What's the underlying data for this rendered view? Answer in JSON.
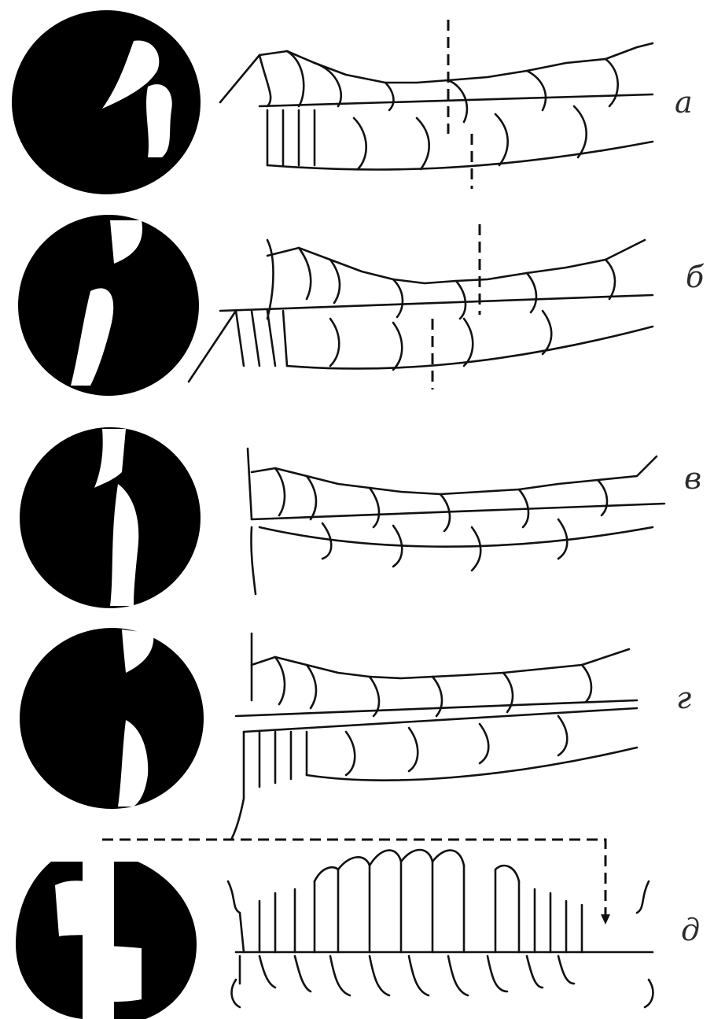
{
  "figure": {
    "rows": [
      {
        "label": "а",
        "icon": "occlusion-circle-icon"
      },
      {
        "label": "б",
        "icon": "occlusion-circle-icon"
      },
      {
        "label": "в",
        "icon": "occlusion-circle-icon"
      },
      {
        "label": "г",
        "icon": "occlusion-circle-icon"
      },
      {
        "label": "д",
        "icon": "occlusion-circle-icon"
      }
    ],
    "ink_color": "#111111",
    "background_color": "#ffffff"
  }
}
